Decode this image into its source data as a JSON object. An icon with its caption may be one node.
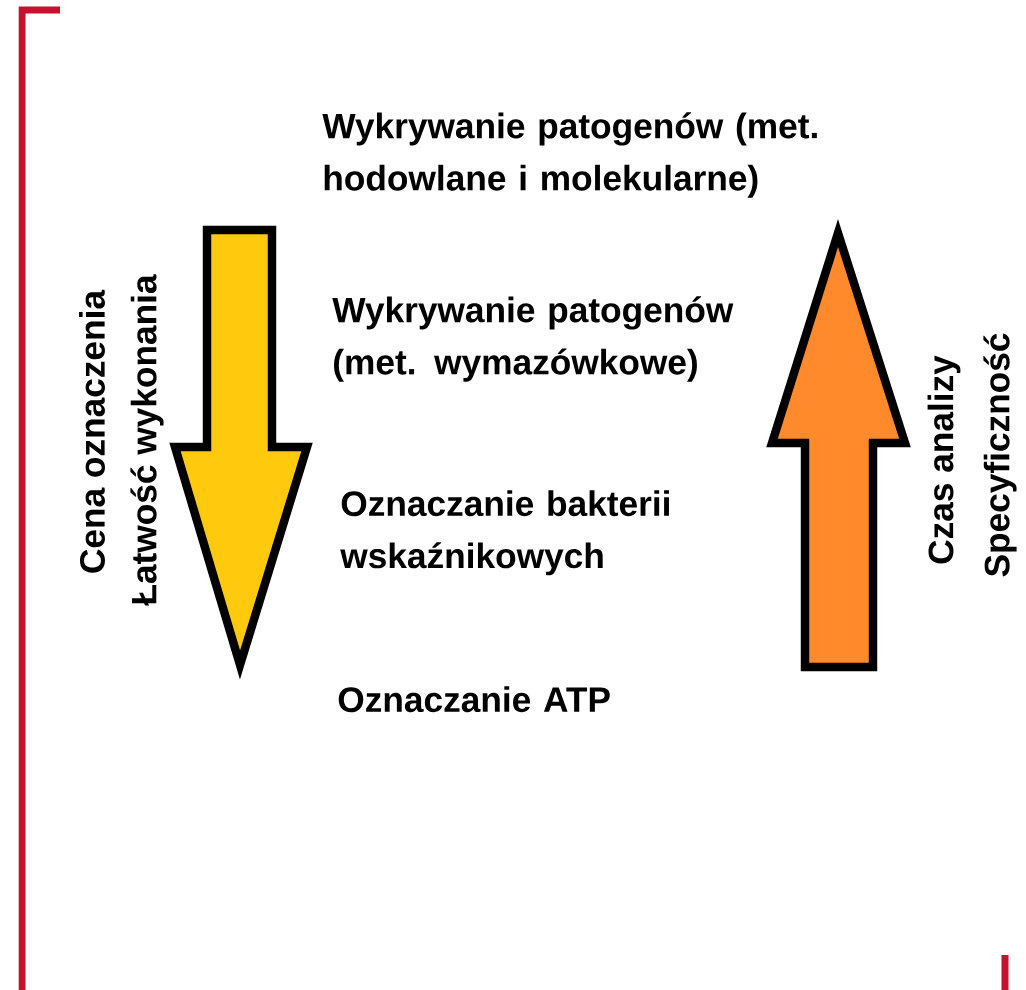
{
  "diagram": {
    "labels": [
      "Wykrywanie patogenów (met. hodowlane i molekularne)",
      "Wykrywanie patogenów (met. wymazówkowe)",
      "Oznaczanie bakterii wskaźnikowych",
      "Oznaczanie ATP",
      "Cena oznaczenia",
      "Łatwość wykonania",
      "Czas analizy",
      "Specyficzność"
    ]
  }
}
